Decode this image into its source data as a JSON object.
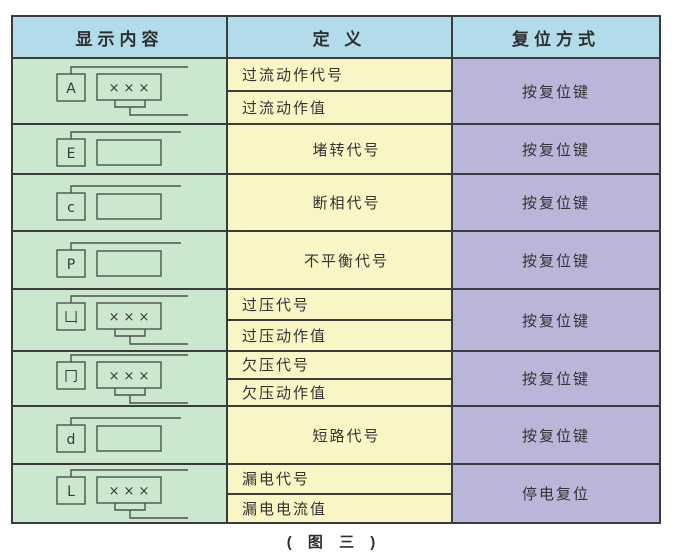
{
  "table": {
    "headers": [
      "显示内容",
      "定 义",
      "复位方式"
    ],
    "rows": [
      {
        "icon": {
          "char": "A",
          "value": "×××"
        },
        "definitions": [
          "过流动作代号",
          "过流动作值"
        ],
        "reset": "按复位键"
      },
      {
        "icon": {
          "char": "E",
          "value": ""
        },
        "definitions": [
          "堵转代号"
        ],
        "reset": "按复位键"
      },
      {
        "icon": {
          "char": "c",
          "value": ""
        },
        "definitions": [
          "断相代号"
        ],
        "reset": "按复位键"
      },
      {
        "icon": {
          "char": "P",
          "value": ""
        },
        "definitions": [
          "不平衡代号"
        ],
        "reset": "按复位键"
      },
      {
        "icon": {
          "char": "凵",
          "value": "×××"
        },
        "definitions": [
          "过压代号",
          "过压动作值"
        ],
        "reset": "按复位键"
      },
      {
        "icon": {
          "char": "冂",
          "value": "×××"
        },
        "definitions": [
          "欠压代号",
          "欠压动作值"
        ],
        "reset": "按复位键"
      },
      {
        "icon": {
          "char": "d",
          "value": ""
        },
        "definitions": [
          "短路代号"
        ],
        "reset": "按复位键"
      },
      {
        "icon": {
          "char": "L",
          "value": "×××"
        },
        "definitions": [
          "漏电代号",
          "漏电电流值"
        ],
        "reset": "停电复位"
      }
    ]
  },
  "caption": "( 图 三 )",
  "colors": {
    "header_bg": "#b2dcea",
    "display_col_bg": "#cbe7cd",
    "definition_col_bg": "#f9f5c4",
    "reset_col_bg": "#b9b6d9",
    "border": "#3b3b3b",
    "schematic_stroke": "#4d544d",
    "text": "#333333"
  }
}
